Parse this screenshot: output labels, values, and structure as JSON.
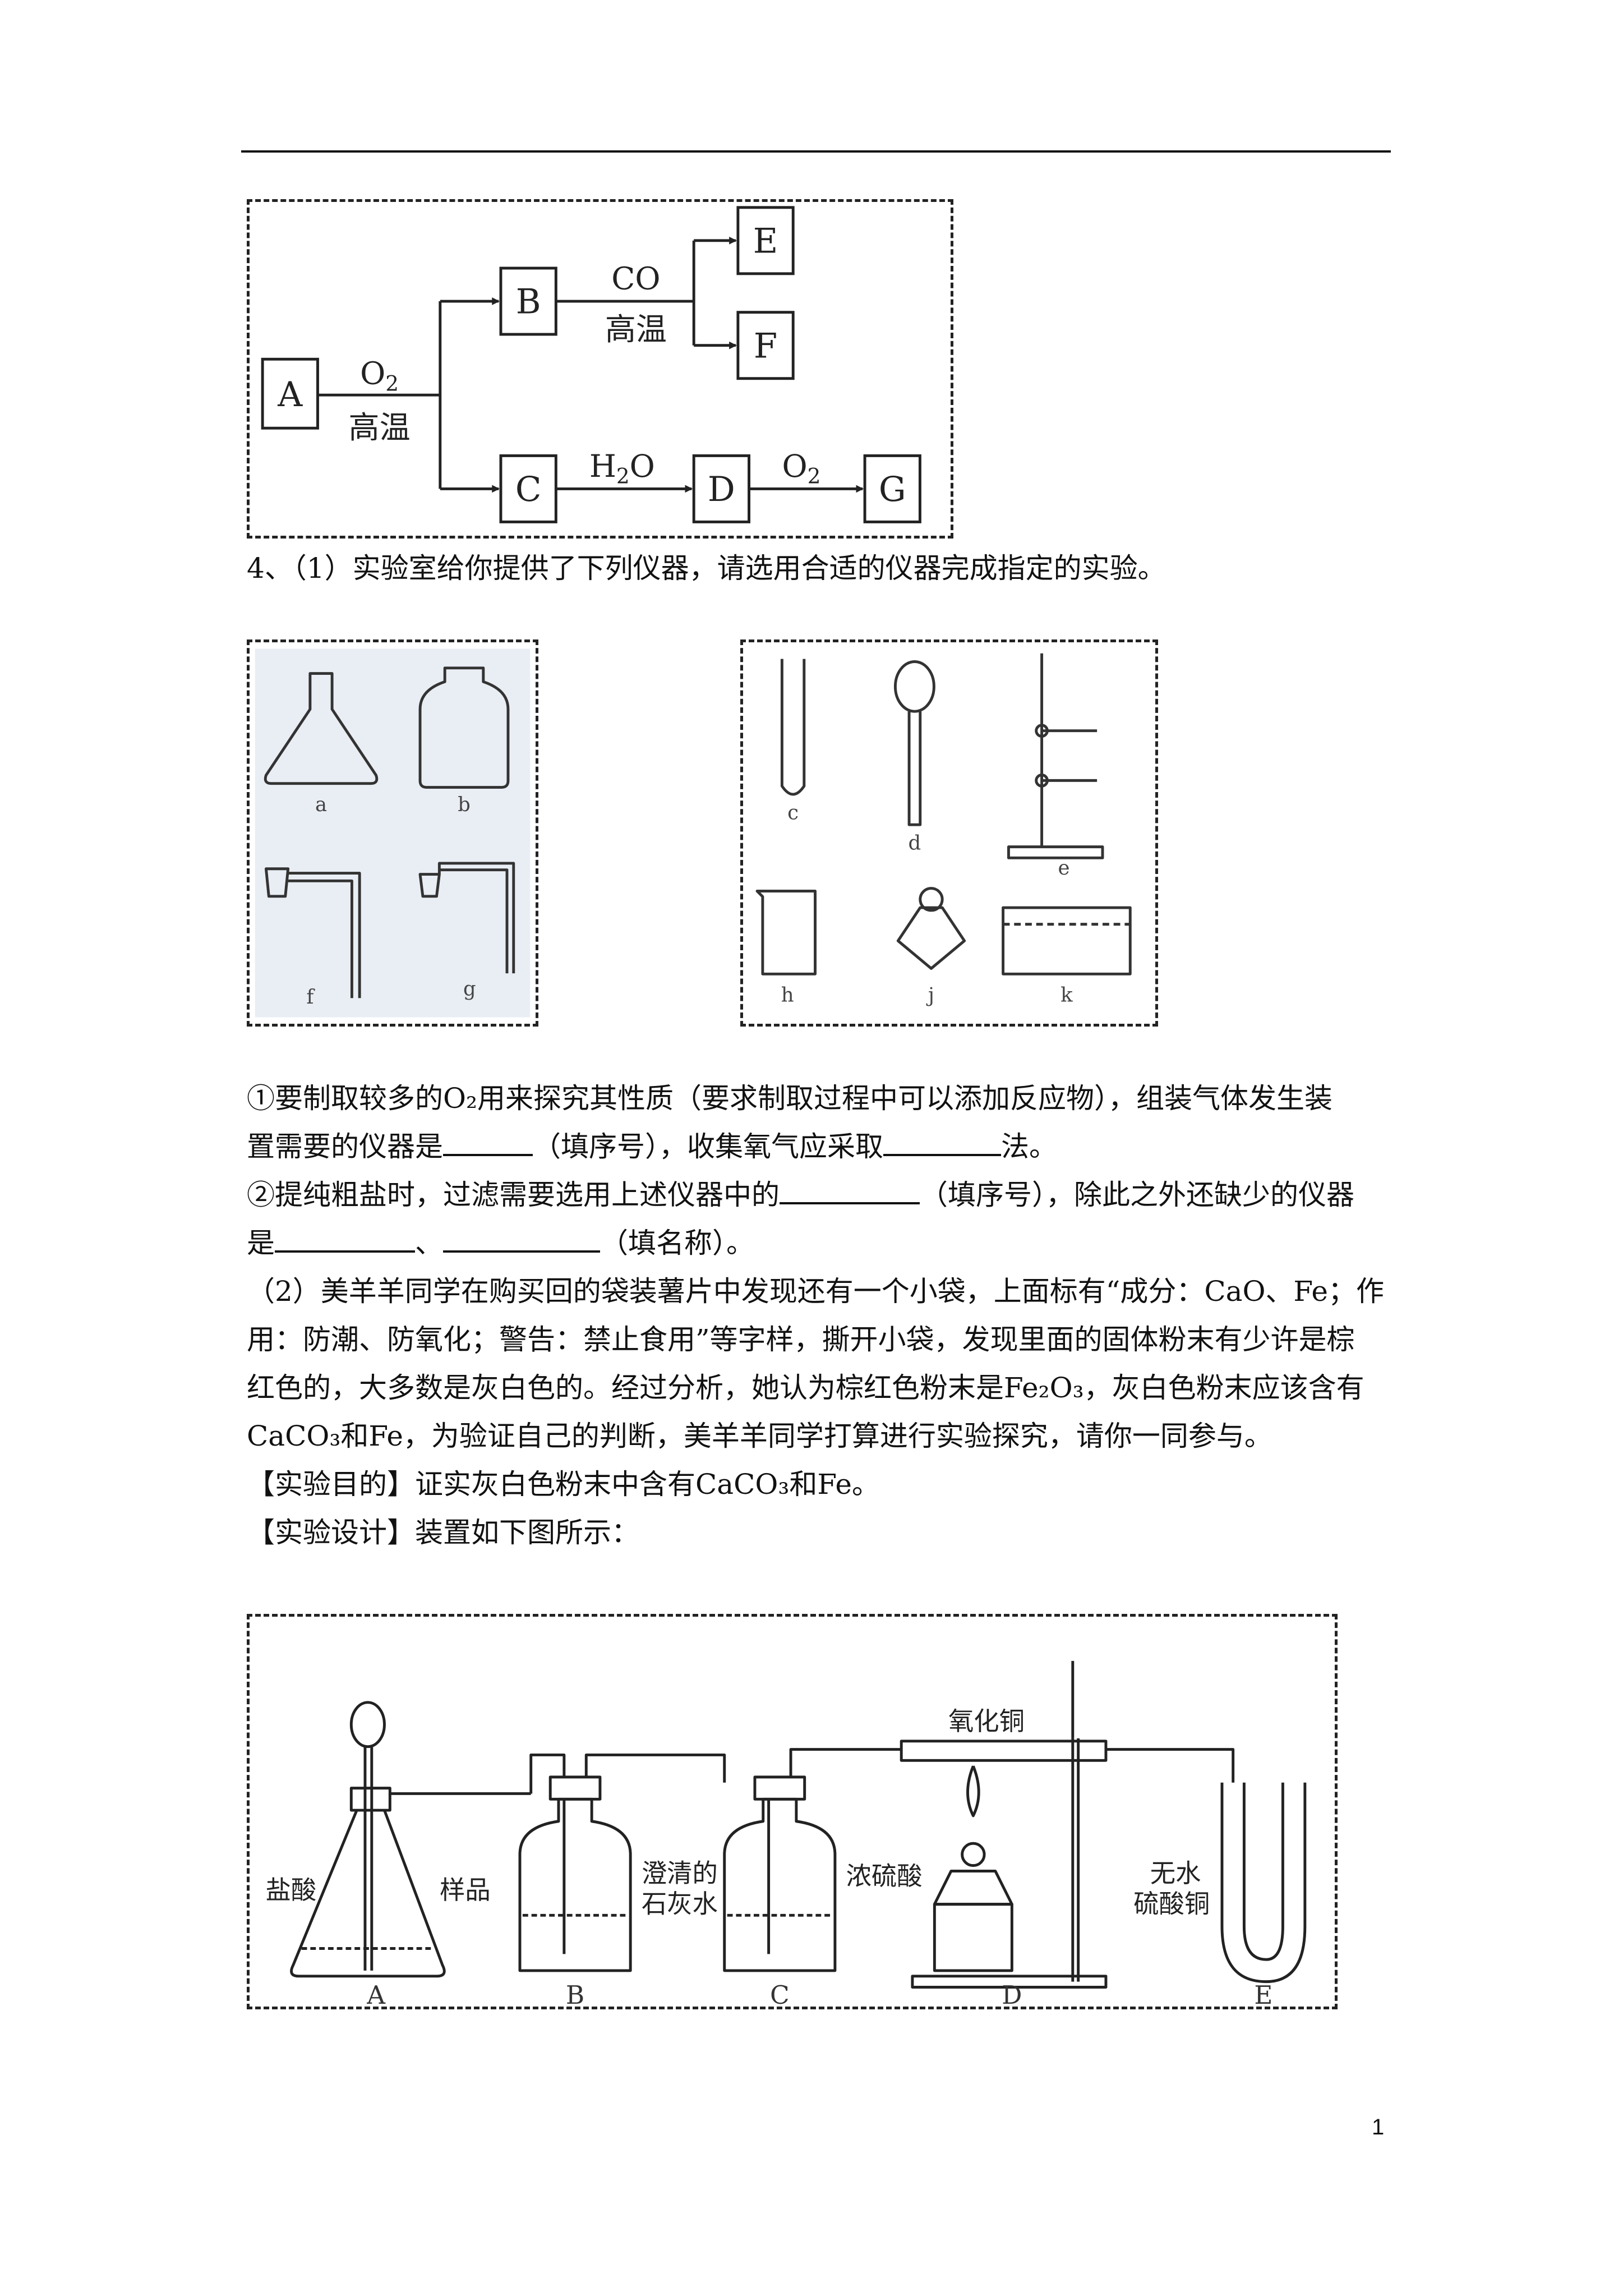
{
  "flow": {
    "nodes": {
      "A": "A",
      "B": "B",
      "C": "C",
      "D": "D",
      "E": "E",
      "F": "F",
      "G": "G"
    },
    "a_to_bc_reagent": "O2",
    "a_to_bc_condition": "高温",
    "b_reagent": "CO",
    "b_condition": "高温",
    "c_to_d": "H2O",
    "d_to_g": "O2"
  },
  "q4_intro": "4、（1）实验室给你提供了下列仪器，请选用合适的仪器完成指定的实验。",
  "apparatus_left_labels": [
    "a",
    "b",
    "f",
    "g"
  ],
  "apparatus_right_labels": [
    "c",
    "d",
    "e",
    "h",
    "j",
    "k"
  ],
  "q1": {
    "l1": "①要制取较多的O₂用来探究其性质（要求制取过程中可以添加反应物），组装气体发生装",
    "l2a": "置需要的仪器是",
    "l2b": "（填序号），收集氧气应采取",
    "l2c": "法。",
    "l3a": "②提纯粗盐时，过滤需要选用上述仪器中的",
    "l3b": "（填序号），除此之外还缺少的仪器",
    "l4a": "是",
    "l4b": "、",
    "l4c": "（填名称）。"
  },
  "q2": {
    "l1": "（2）美羊羊同学在购买回的袋装薯片中发现还有一个小袋，上面标有“成分：CaO、Fe；作",
    "l2": "用：防潮、防氧化；警告：禁止食用”等字样，撕开小袋，发现里面的固体粉末有少许是棕",
    "l3": "红色的，大多数是灰白色的。经过分析，她认为棕红色粉末是Fe₂O₃，灰白色粉末应该含有",
    "l4": "CaCO₃和Fe，为验证自己的判断，美羊羊同学打算进行实验探究，请你一同参与。"
  },
  "goal": "【实验目的】证实灰白色粉末中含有CaCO₃和Fe。",
  "design": "【实验设计】装置如下图所示：",
  "setup": {
    "labels": {
      "hcl": "盐酸",
      "sample": "样品",
      "limewater_1": "澄清的",
      "limewater_2": "石灰水",
      "h2so4": "浓硫酸",
      "cuo": "氧化铜",
      "cuso4_1": "无水",
      "cuso4_2": "硫酸铜"
    },
    "stations": [
      "A",
      "B",
      "C",
      "D",
      "E"
    ]
  },
  "page_number": "1"
}
